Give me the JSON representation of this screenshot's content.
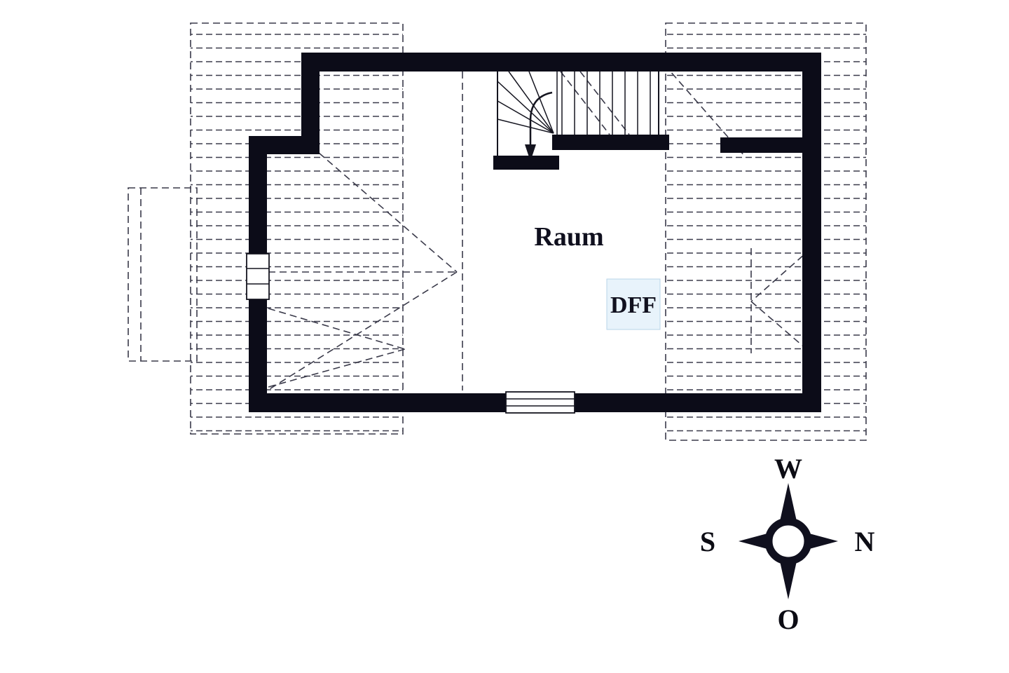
{
  "plan": {
    "room_label": "Raum",
    "roof_window_label": "DFF"
  },
  "compass": {
    "top": "W",
    "right": "N",
    "bottom": "O",
    "left": "S"
  },
  "colors": {
    "wall": "#0c0c18",
    "dash": "#3a3a4a",
    "roof_window_fill": "#e8f3fb"
  }
}
